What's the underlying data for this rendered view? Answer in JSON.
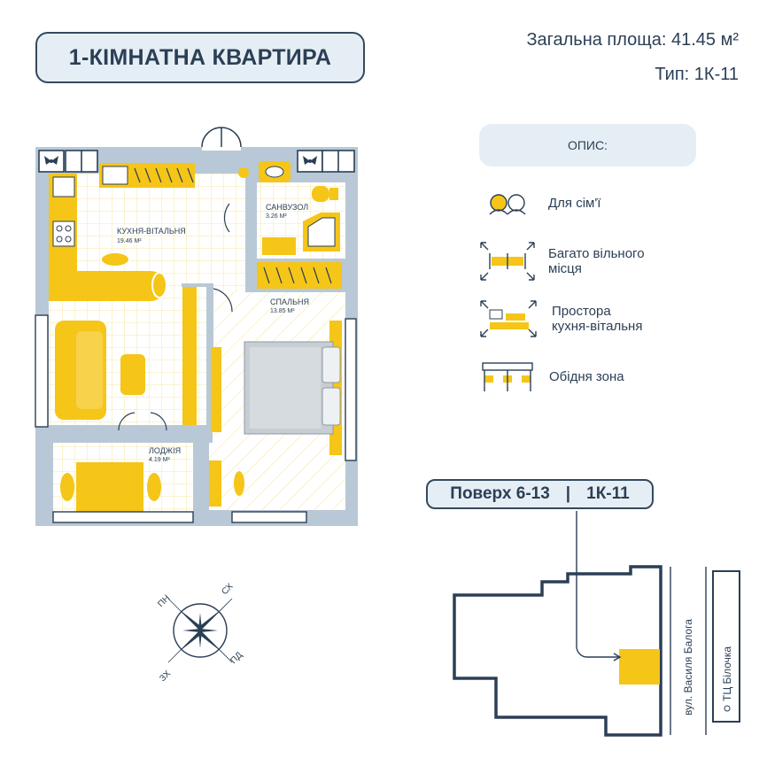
{
  "header": {
    "title": "1-КІМНАТНА КВАРТИРА",
    "total_area": "Загальна площа: 41.45 м²",
    "type": "Тип: 1К-11"
  },
  "description": {
    "heading": "ОПИС:",
    "features": [
      {
        "icon": "family-icon",
        "label_lines": [
          "Для сім'ї"
        ]
      },
      {
        "icon": "free-space-icon",
        "label_lines": [
          "Багато вільного",
          "місця"
        ]
      },
      {
        "icon": "kitchen-living-icon",
        "label_lines": [
          "Простора",
          "кухня-вітальня"
        ]
      },
      {
        "icon": "dining-zone-icon",
        "label_lines": [
          "Обідня зона"
        ]
      }
    ]
  },
  "rooms": {
    "kitchen": {
      "name": "КУХНЯ-ВІТАЛЬНЯ",
      "area": "19.46 М²"
    },
    "bathroom": {
      "name": "САНВУЗОЛ",
      "area": "3.26 М²"
    },
    "bedroom": {
      "name": "СПАЛЬНЯ",
      "area": "13.85 М²"
    },
    "loggia": {
      "name": "ЛОДЖІЯ",
      "area": "4.19 М²"
    }
  },
  "compass": {
    "nw": "ПН",
    "ne": "СХ",
    "sw": "ЗХ",
    "se": "ПД"
  },
  "floor": {
    "floors": "Поверх 6-13",
    "separator": "|",
    "type": "1К-11"
  },
  "site_plan": {
    "street": "вул. Василя Балога",
    "landmark": "ТЦ Білочка"
  },
  "colors": {
    "accent": "#f5c518",
    "dark": "#2b3f55",
    "wall": "#b9c8d6",
    "pill_bg": "#e6eef5"
  }
}
